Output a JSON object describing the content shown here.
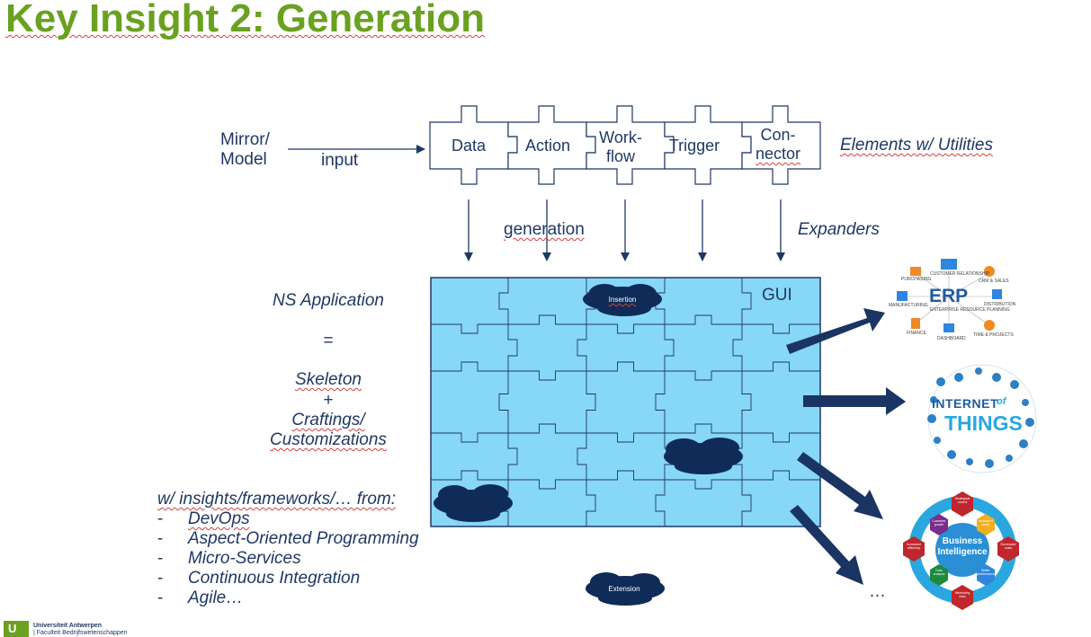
{
  "slide": {
    "title": "Key Insight 2: Generation"
  },
  "input_area": {
    "mirror_line1": "Mirror/",
    "mirror_line2": "Model",
    "input_label": "input"
  },
  "elements": {
    "pieces": [
      {
        "line1": "Data",
        "line2": ""
      },
      {
        "line1": "Action",
        "line2": ""
      },
      {
        "line1": "Work-",
        "line2": "flow"
      },
      {
        "line1": "Trigger",
        "line2": ""
      },
      {
        "line1": "Con-",
        "line2": "nector"
      }
    ],
    "caption": "Elements w/ Utilities"
  },
  "arrows_row": {
    "generation_label": "generation",
    "expanders_label": "Expanders"
  },
  "application": {
    "line1": "NS Application",
    "equals": "=",
    "line2": "Skeleton",
    "plus": "+",
    "line3": "Craftings/",
    "line4": "Customizations",
    "gui_label": "GUI",
    "insertion_label": "Insertion",
    "extension_label": "Extension"
  },
  "insights": {
    "heading": "w/ insights/frameworks/… from:",
    "bullet_marker": "-",
    "items": [
      "DevOps",
      "Aspect-Oriented Programming",
      "Micro-Services",
      "Continuous Integration",
      "Agile…"
    ]
  },
  "outputs": {
    "erp": {
      "title": "ERP",
      "subtitle": "ENTERPRISE RESOURCE PLANNING",
      "labels": [
        "PURCHASING",
        "CUSTOMER RELATIONSHIP",
        "CRM & SALES",
        "DISTRIBUTION",
        "FINANCE",
        "DASHBOARD",
        "TIME & PROJECTS",
        "MANUFACTURING"
      ]
    },
    "iot": {
      "word1": "INTERNET",
      "word2": "of",
      "word3": "THINGS"
    },
    "bi": {
      "title_line1": "Business",
      "title_line2": "Intelligence",
      "petals": [
        "Strategical control",
        "Decreased costs",
        "Better performance",
        "Minimizing risks",
        "Data analysis",
        "Increased efficiency",
        "Increased profit",
        "Customer growth"
      ]
    },
    "ellipsis": "…"
  },
  "footer": {
    "logo_mark": "U",
    "university": "Universiteit Antwerpen",
    "faculty": "| Faculteit Bedrijfswetenschappen"
  },
  "colors": {
    "title_green": "#6aa121",
    "text_navy": "#1f3864",
    "grid_blue": "#87d7f7",
    "arrow_navy": "#1a3463",
    "cloud_navy": "#0f2b57"
  }
}
